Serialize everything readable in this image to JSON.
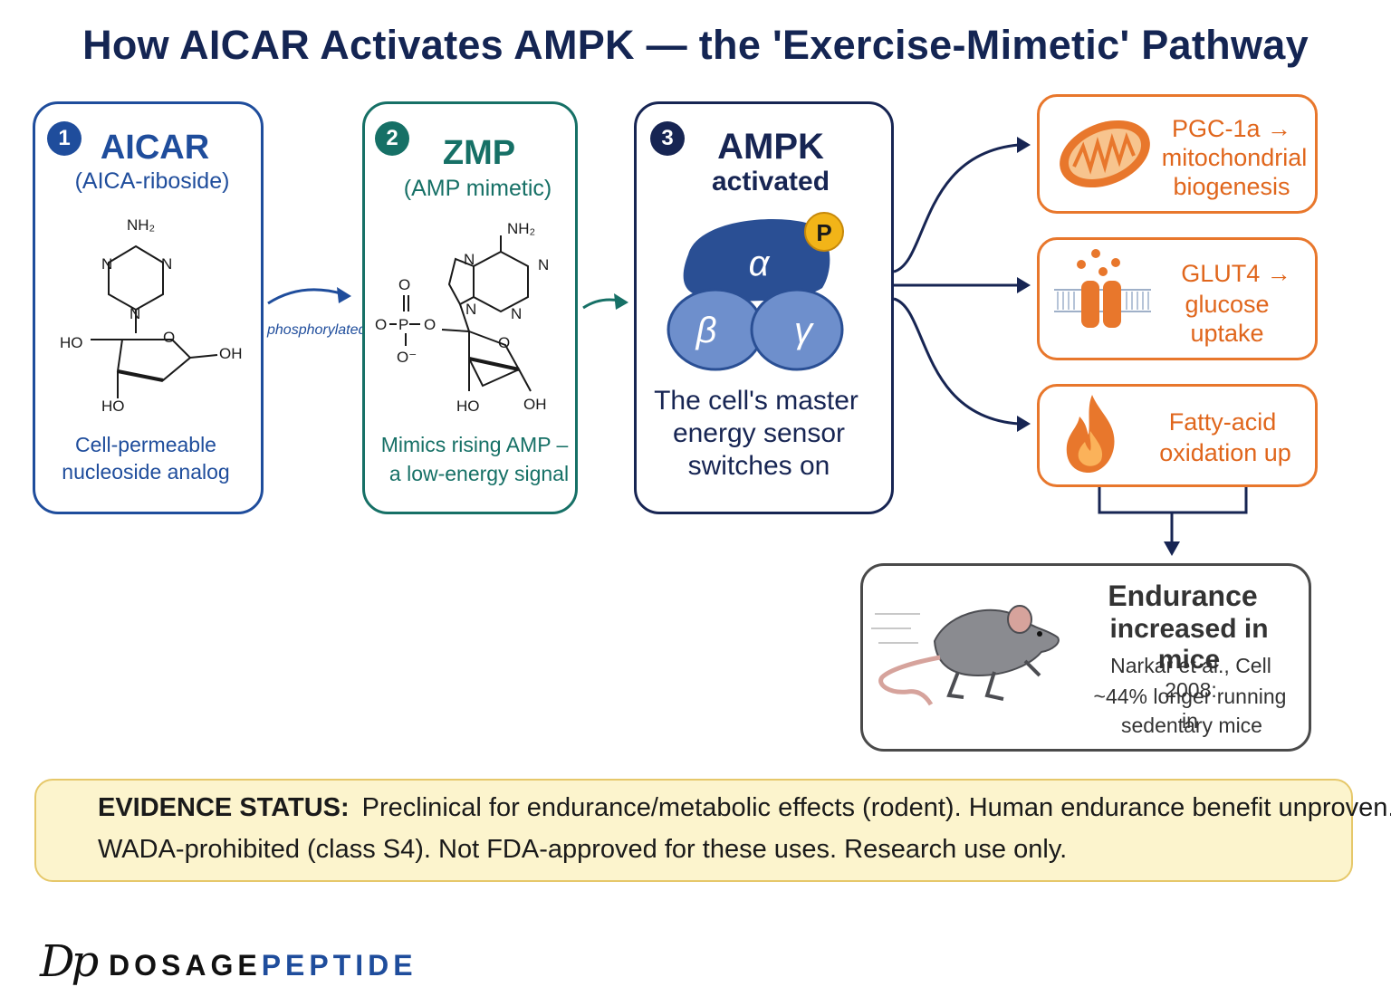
{
  "title": "How AICAR Activates AMPK — the 'Exercise-Mimetic' Pathway",
  "colors": {
    "blue": "#1f4d9c",
    "teal": "#167066",
    "navy": "#172553",
    "orange": "#e8772c",
    "evidence_bg": "#fcf4cd"
  },
  "steps": [
    {
      "number": "1",
      "title": "AICAR",
      "subtitle": "(AICA-riboside)",
      "desc1": "Cell-permeable",
      "desc2": "nucleoside analog",
      "chem": {
        "nh2": "NH₂",
        "n": "N",
        "o": "O",
        "ho1": "HO",
        "oh1": "OH",
        "ho2": "HO"
      }
    },
    {
      "number": "2",
      "title": "ZMP",
      "subtitle": "(AMP mimetic)",
      "desc1": "Mimics rising AMP –",
      "desc2": "a low-energy signal",
      "chem": {
        "nh2": "NH₂",
        "n": "N",
        "o": "O",
        "p": "P",
        "ominus": "O⁻",
        "ho": "HO",
        "oh": "OH"
      }
    },
    {
      "number": "3",
      "title": "AMPK",
      "subtitle": "activated",
      "desc1": "The cell's master",
      "desc2": "energy sensor",
      "desc3": "switches on",
      "subunits": {
        "alpha": "α",
        "beta": "β",
        "gamma": "γ",
        "phospho": "P"
      }
    }
  ],
  "arrow_label": "phosphorylated",
  "effects": [
    {
      "line1": "PGC-1a →",
      "line2": "mitochondrial",
      "line3": "biogenesis",
      "icon": "mitochondrion-icon"
    },
    {
      "line1": "GLUT4 →",
      "line2": "glucose",
      "line3": "uptake",
      "icon": "glucose-transporter-icon"
    },
    {
      "line1": "Fatty-acid",
      "line2": "oxidation up",
      "icon": "flame-icon"
    }
  ],
  "outcome": {
    "title1": "Endurance",
    "title2": "increased in mice",
    "cite1": "Narkar et al., Cell 2008:",
    "cite2": "~44% longer running in",
    "cite3": "sedentary mice",
    "icon": "running-mouse-icon"
  },
  "evidence": {
    "label": "EVIDENCE STATUS:",
    "line1": "Preclinical for endurance/metabolic effects (rodent). Human endurance benefit unproven.",
    "line2": "WADA-prohibited (class S4).  Not FDA-approved for these uses. Research use only."
  },
  "logo": {
    "mark": "Dp",
    "word1": "DOSAGE",
    "word2": "PEPTIDE"
  }
}
